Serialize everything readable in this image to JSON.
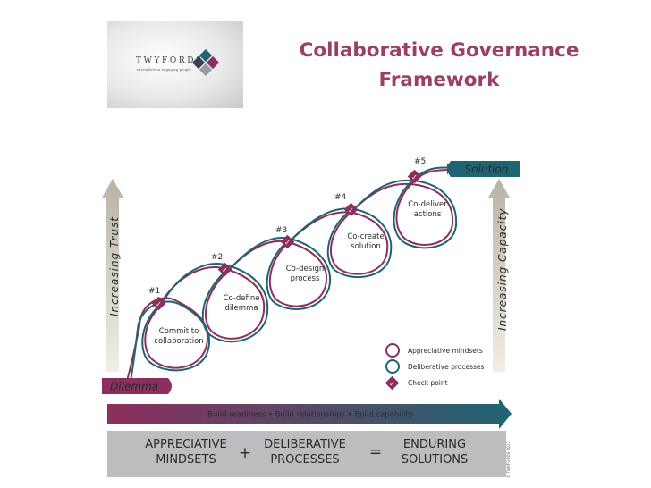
{
  "header": {
    "title_line1": "Collaborative Governance",
    "title_line2": "Framework",
    "logo_name": "TWYFORDS",
    "logo_tagline": "specialists in engaging people"
  },
  "diagram": {
    "vertical_left": "Increasing Trust",
    "vertical_right": "Increasing Capacity",
    "start_label": "Dilemma",
    "end_label": "Solution",
    "steps": [
      {
        "number": "#1",
        "line1": "Commit to",
        "line2": "collaboration"
      },
      {
        "number": "#2",
        "line1": "Co-define",
        "line2": "dilemma"
      },
      {
        "number": "#3",
        "line1": "Co-design",
        "line2": "process"
      },
      {
        "number": "#4",
        "line1": "Co-create",
        "line2": "solution"
      },
      {
        "number": "#5",
        "line1": "Co-deliver",
        "line2": "actions"
      }
    ],
    "legend": [
      {
        "label": "Appreciative mindsets",
        "color": "#8c2f5e"
      },
      {
        "label": "Deliberative processes",
        "color": "#1f6472"
      },
      {
        "label": "Check point",
        "color": "#8c2f5e"
      }
    ],
    "build_arrow": "Build readiness • Build relationships • Build capability",
    "equation": {
      "a1": "APPRECIATIVE",
      "a2": "MINDSETS",
      "plus": "+",
      "b1": "DELIBERATIVE",
      "b2": "PROCESSES",
      "equals": "=",
      "c1": "ENDURING",
      "c2": "SOLUTIONS"
    },
    "credit": "© TWYFORDS 2011"
  },
  "colors": {
    "plum": "#8c2f5e",
    "teal": "#1f6472",
    "title": "#9b3f66",
    "band": "#bdbdbf"
  }
}
